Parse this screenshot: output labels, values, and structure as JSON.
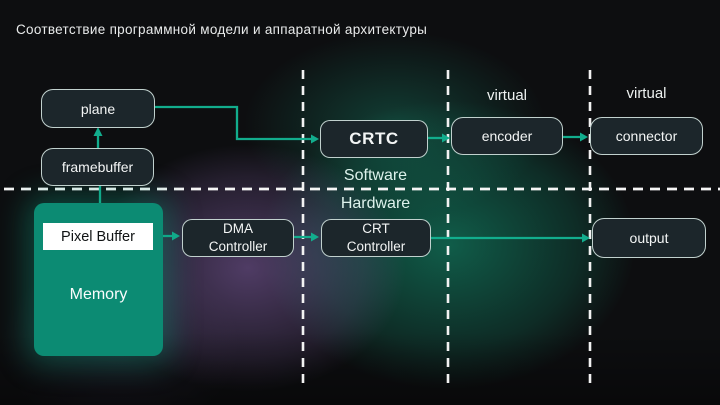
{
  "slide": {
    "title": "Соответствие программной модели и аппаратной архитектуры"
  },
  "sections": {
    "software_label": "Software",
    "hardware_label": "Hardware",
    "virtual_left": "virtual",
    "virtual_right": "virtual"
  },
  "nodes": {
    "plane": "plane",
    "framebuffer": "framebuffer",
    "pixel_buffer": "Pixel Buffer",
    "memory": "Memory",
    "dma_controller": "DMA Controller",
    "crtc": "CRTC",
    "crt_controller": "CRT Controller",
    "encoder": "encoder",
    "connector": "connector",
    "output": "output"
  },
  "colors": {
    "background": "#0d0e10",
    "arrow_teal": "#12ad8d",
    "memory_fill": "#0c8b73",
    "node_fill": "#1c262b",
    "node_border": "#def0eb",
    "purple_glow": "#8c66b2",
    "green_glow": "#129673",
    "section_label_color": "#ddf2ec",
    "divider_color": "#f5f5f5"
  }
}
